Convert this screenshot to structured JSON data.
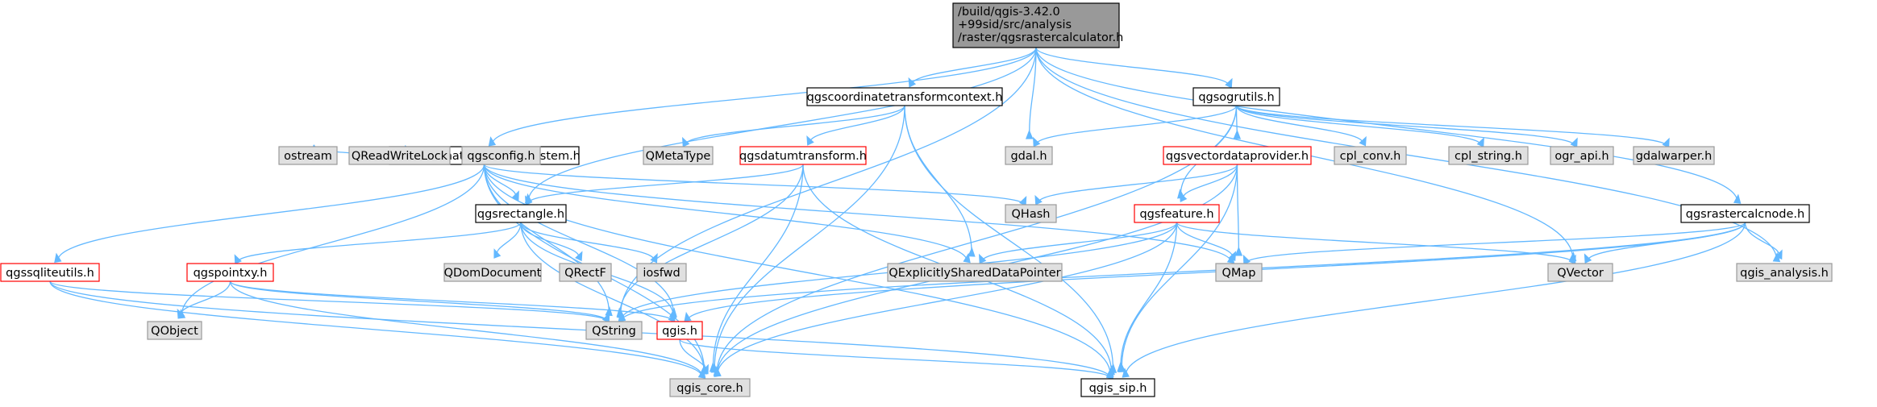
{
  "colors": {
    "root_fill": "#999999",
    "gray_fill": "#e0e0e0",
    "white_fill": "#ffffff",
    "gray_border": "#999999",
    "red_border": "#ff0000",
    "black_border": "#000000",
    "edge": "#63b8ff"
  },
  "nodes": [
    {
      "id": "root",
      "lines": [
        "/build/qgis-3.42.0",
        "+99sid/src/analysis",
        "/raster/qgsrastercalculator.h"
      ],
      "style": "root"
    },
    {
      "id": "qgscrs",
      "lines": [
        "qgscoordinatereferencesystem.h"
      ],
      "style": "black"
    },
    {
      "id": "qgsctc",
      "lines": [
        "qgscoordinatetransformcontext.h"
      ],
      "style": "black"
    },
    {
      "id": "gdal",
      "lines": [
        "gdal.h"
      ],
      "style": "gray"
    },
    {
      "id": "qgsogr",
      "lines": [
        "qgsogrutils.h"
      ],
      "style": "black"
    },
    {
      "id": "qmetatype",
      "lines": [
        "QMetaType"
      ],
      "style": "gray"
    },
    {
      "id": "qgsdatum",
      "lines": [
        "qgsdatumtransform.h"
      ],
      "style": "red"
    },
    {
      "id": "qgsvdp",
      "lines": [
        "qgsvectordataprovider.h"
      ],
      "style": "red"
    },
    {
      "id": "cplconv",
      "lines": [
        "cpl_conv.h"
      ],
      "style": "gray"
    },
    {
      "id": "cplstring",
      "lines": [
        "cpl_string.h"
      ],
      "style": "gray"
    },
    {
      "id": "ograpi",
      "lines": [
        "ogr_api.h"
      ],
      "style": "gray"
    },
    {
      "id": "gdalwarper",
      "lines": [
        "gdalwarper.h"
      ],
      "style": "gray"
    },
    {
      "id": "ostream",
      "lines": [
        "ostream"
      ],
      "style": "gray"
    },
    {
      "id": "qrwlock",
      "lines": [
        "QReadWriteLock"
      ],
      "style": "gray"
    },
    {
      "id": "qgsconfig",
      "lines": [
        "qgsconfig.h"
      ],
      "style": "gray"
    },
    {
      "id": "qgsrect",
      "lines": [
        "qgsrectangle.h"
      ],
      "style": "black"
    },
    {
      "id": "qhash",
      "lines": [
        "QHash"
      ],
      "style": "gray"
    },
    {
      "id": "qgsfeature",
      "lines": [
        "qgsfeature.h"
      ],
      "style": "red"
    },
    {
      "id": "qgsrcnode",
      "lines": [
        "qgsrastercalcnode.h"
      ],
      "style": "black"
    },
    {
      "id": "qgssqlite",
      "lines": [
        "qgssqliteutils.h"
      ],
      "style": "red"
    },
    {
      "id": "qgspointxy",
      "lines": [
        "qgspointxy.h"
      ],
      "style": "red"
    },
    {
      "id": "qdomdoc",
      "lines": [
        "QDomDocument"
      ],
      "style": "gray"
    },
    {
      "id": "qrectf",
      "lines": [
        "QRectF"
      ],
      "style": "gray"
    },
    {
      "id": "iosfwd",
      "lines": [
        "iosfwd"
      ],
      "style": "gray"
    },
    {
      "id": "qexpl",
      "lines": [
        "QExplicitlySharedDataPointer"
      ],
      "style": "gray"
    },
    {
      "id": "qmap",
      "lines": [
        "QMap"
      ],
      "style": "gray"
    },
    {
      "id": "qvector",
      "lines": [
        "QVector"
      ],
      "style": "gray"
    },
    {
      "id": "qgisanalysis",
      "lines": [
        "qgis_analysis.h"
      ],
      "style": "gray"
    },
    {
      "id": "qobject",
      "lines": [
        "QObject"
      ],
      "style": "gray"
    },
    {
      "id": "qstring",
      "lines": [
        "QString"
      ],
      "style": "gray"
    },
    {
      "id": "qgis",
      "lines": [
        "qgis.h"
      ],
      "style": "red"
    },
    {
      "id": "qgiscore",
      "lines": [
        "qgis_core.h"
      ],
      "style": "gray"
    },
    {
      "id": "qgissip",
      "lines": [
        "qgis_sip.h"
      ],
      "style": "white"
    }
  ],
  "edges": [
    [
      "root",
      "qgscrs"
    ],
    [
      "root",
      "qgsctc"
    ],
    [
      "root",
      "gdal"
    ],
    [
      "root",
      "qgsogr"
    ],
    [
      "root",
      "qgsrcnode"
    ],
    [
      "root",
      "qgisanalysis"
    ],
    [
      "root",
      "qgsrect"
    ],
    [
      "root",
      "qstring"
    ],
    [
      "root",
      "qvector"
    ],
    [
      "qgsctc",
      "qmetatype"
    ],
    [
      "qgsctc",
      "qgsdatum"
    ],
    [
      "qgsctc",
      "qexpl"
    ],
    [
      "qgsctc",
      "qgiscore"
    ],
    [
      "qgsctc",
      "qgissip"
    ],
    [
      "qgsogr",
      "gdal"
    ],
    [
      "qgsogr",
      "qgsvdp"
    ],
    [
      "qgsogr",
      "cplconv"
    ],
    [
      "qgsogr",
      "cplstring"
    ],
    [
      "qgsogr",
      "ograpi"
    ],
    [
      "qgsogr",
      "gdalwarper"
    ],
    [
      "qgsogr",
      "qgsfeature"
    ],
    [
      "qgsogr",
      "qgiscore"
    ],
    [
      "qgscrs",
      "ostream"
    ],
    [
      "qgscrs",
      "qrwlock"
    ],
    [
      "qgscrs",
      "qgsconfig"
    ],
    [
      "qgscrs",
      "qgsrect"
    ],
    [
      "qgscrs",
      "qhash"
    ],
    [
      "qgscrs",
      "qgssqlite"
    ],
    [
      "qgscrs",
      "qexpl"
    ],
    [
      "qgscrs",
      "qmap"
    ],
    [
      "qgscrs",
      "qobject"
    ],
    [
      "qgscrs",
      "qstring"
    ],
    [
      "qgscrs",
      "qgis"
    ],
    [
      "qgscrs",
      "qgiscore"
    ],
    [
      "qgscrs",
      "qgissip"
    ],
    [
      "qgsdatum",
      "qgsrect"
    ],
    [
      "qgsdatum",
      "qstring"
    ],
    [
      "qgsdatum",
      "qgiscore"
    ],
    [
      "qgsdatum",
      "qgissip"
    ],
    [
      "qgsvdp",
      "qhash"
    ],
    [
      "qgsvdp",
      "qgsfeature"
    ],
    [
      "qgsvdp",
      "qmap"
    ],
    [
      "qgsvdp",
      "qgiscore"
    ],
    [
      "qgsvdp",
      "qgissip"
    ],
    [
      "qgsrect",
      "qgspointxy"
    ],
    [
      "qgsrect",
      "qdomdoc"
    ],
    [
      "qgsrect",
      "qrectf"
    ],
    [
      "qgsrect",
      "iosfwd"
    ],
    [
      "qgsrect",
      "qgis"
    ],
    [
      "qgsrect",
      "qgiscore"
    ],
    [
      "qgsfeature",
      "qexpl"
    ],
    [
      "qgsfeature",
      "qmap"
    ],
    [
      "qgsfeature",
      "qvector"
    ],
    [
      "qgsfeature",
      "qstring"
    ],
    [
      "qgsfeature",
      "qgiscore"
    ],
    [
      "qgsfeature",
      "qgissip"
    ],
    [
      "qgsrcnode",
      "qmap"
    ],
    [
      "qgsrcnode",
      "qvector"
    ],
    [
      "qgsrcnode",
      "qgisanalysis"
    ],
    [
      "qgsrcnode",
      "qstring"
    ],
    [
      "qgsrcnode",
      "qgis"
    ],
    [
      "qgsrcnode",
      "qgissip"
    ],
    [
      "qgssqlite",
      "qstring"
    ],
    [
      "qgssqlite",
      "qgiscore"
    ],
    [
      "qgssqlite",
      "qgissip"
    ],
    [
      "qgspointxy",
      "qobject"
    ],
    [
      "qgspointxy",
      "qstring"
    ],
    [
      "qgspointxy",
      "qgis"
    ],
    [
      "qgspointxy",
      "qgiscore"
    ],
    [
      "qgis",
      "qgiscore"
    ],
    [
      "qgis",
      "qgissip"
    ]
  ]
}
